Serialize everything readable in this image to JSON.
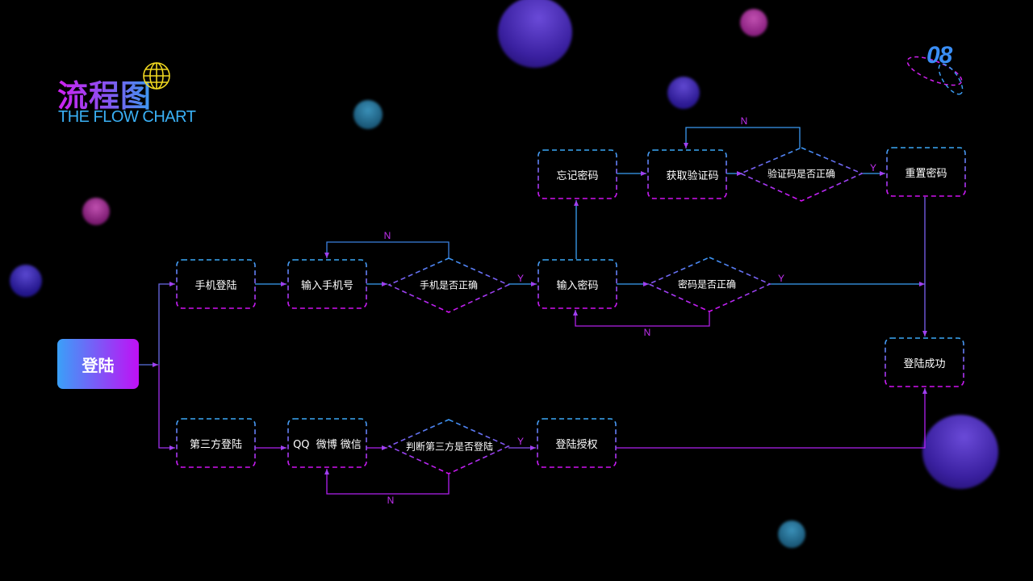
{
  "header": {
    "title_cn": "流程图",
    "title_en": "THE FLOW CHART",
    "page_number": "08"
  },
  "colors": {
    "background": "#000000",
    "accent_blue": "#3aa0f8",
    "accent_magenta": "#c010f5",
    "line_color": "#7a60f0"
  },
  "nodes": {
    "start": "登陆",
    "phone_login": "手机登陆",
    "input_phone": "输入手机号",
    "phone_check": "手机是否正确",
    "input_password": "输入密码",
    "password_check": "密码是否正确",
    "forgot_password": "忘记密码",
    "get_code": "获取验证码",
    "code_check": "验证码是否正确",
    "reset_password": "重置密码",
    "login_success": "登陆成功",
    "third_party_login": "第三方登陆",
    "third_party_options": "QQ  微博 微信",
    "third_party_check": "判断第三方是否登陆",
    "login_authorize": "登陆授权"
  },
  "edge_labels": {
    "yes": "Y",
    "no": "N"
  }
}
